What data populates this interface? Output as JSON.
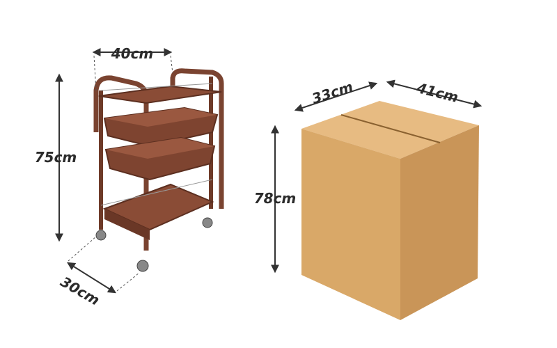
{
  "trolley": {
    "width": "40cm",
    "height": "75cm",
    "depth": "30cm"
  },
  "box": {
    "depth": "33cm",
    "width": "41cm",
    "height": "78cm"
  },
  "colors": {
    "trolley": "#7a4330",
    "box": "#d9a868",
    "arrow": "#333333"
  }
}
